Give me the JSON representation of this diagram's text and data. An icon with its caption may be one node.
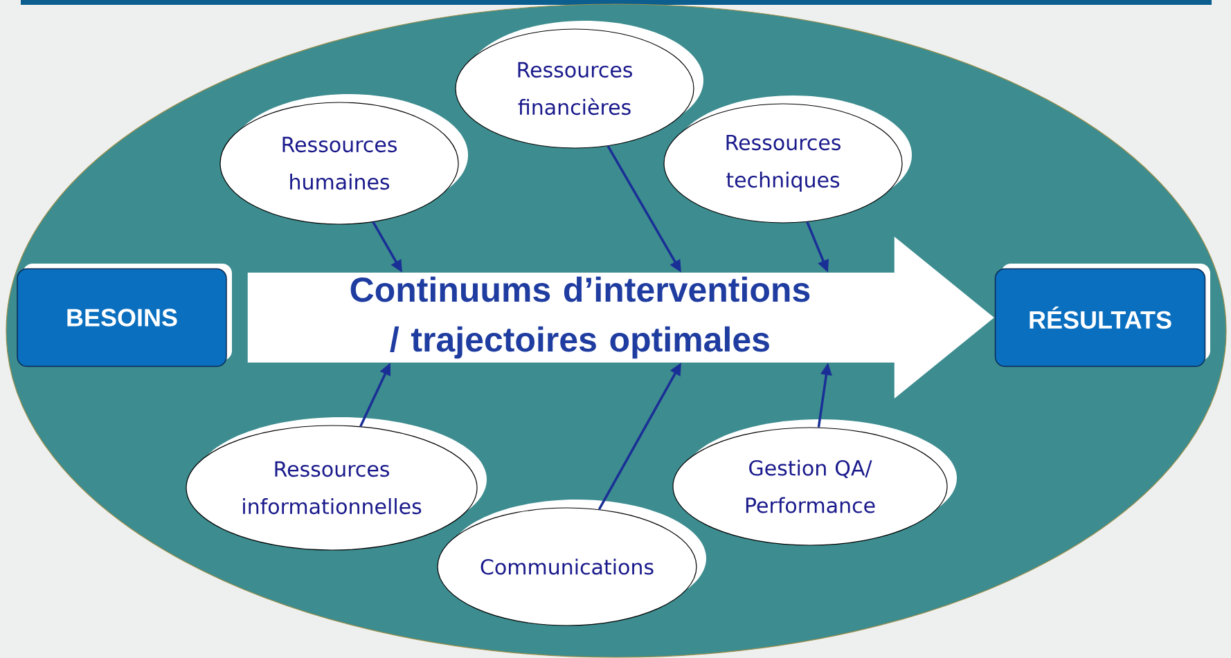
{
  "diagram": {
    "nodes": [
      {
        "text": [],
        "shape": "ellipse"
      },
      {
        "text": [
          "Ressources humaines"
        ],
        "in": 0
      },
      {
        "text": [
          "Ressources financières"
        ],
        "in": 0
      },
      {
        "text": [
          "Ressources techniques"
        ],
        "in": 0
      },
      {
        "text": [
          "BESOINS"
        ],
        "in": 0
      },
      {
        "text": [
          "RÉSULTATS"
        ],
        "in": 0
      },
      {
        "text": [
          "Ressources informationnelles"
        ],
        "in": 0
      },
      {
        "text": [
          "Communications"
        ],
        "in": 0
      },
      {
        "text": [
          "Gestion QA/ Performance"
        ],
        "in": 0
      }
    ],
    "edges": [
      {
        "from": 4,
        "to": 5,
        "arrow": "to",
        "style": "thick",
        "color": "#ffffff",
        "label": "Continuums d’interventions / trajectoires optimales"
      },
      {
        "from": 1,
        "to": null,
        "arrow": "to"
      },
      {
        "from": 2,
        "to": null,
        "arrow": "to"
      },
      {
        "from": 3,
        "to": null,
        "arrow": "to"
      },
      {
        "from": 6,
        "to": null,
        "arrow": "to"
      },
      {
        "from": 7,
        "to": null,
        "arrow": "to"
      },
      {
        "from": 8,
        "to": null,
        "arrow": "to"
      }
    ]
  }
}
